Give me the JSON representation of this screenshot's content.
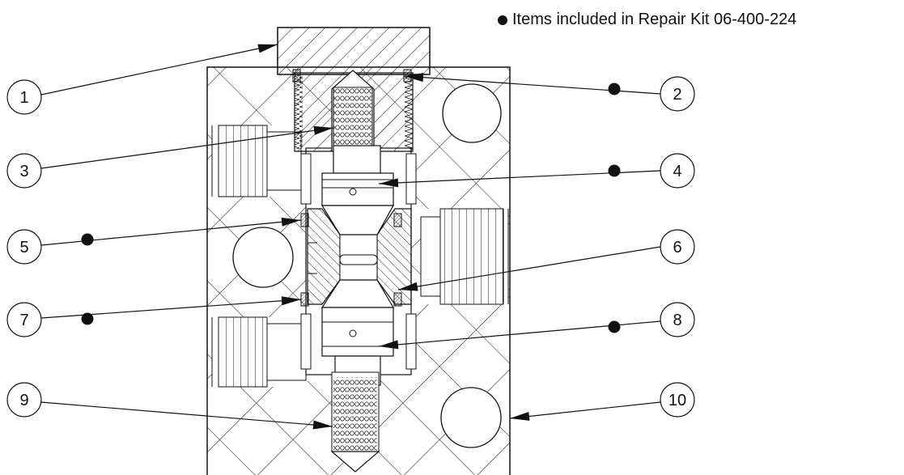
{
  "legend": {
    "text": "Items included in Repair Kit 06-400-224",
    "marker_icon": "filled-circle-icon"
  },
  "callouts": [
    {
      "number": "1",
      "in_kit": false
    },
    {
      "number": "2",
      "in_kit": true
    },
    {
      "number": "3",
      "in_kit": false
    },
    {
      "number": "4",
      "in_kit": true
    },
    {
      "number": "5",
      "in_kit": true
    },
    {
      "number": "6",
      "in_kit": false
    },
    {
      "number": "7",
      "in_kit": true
    },
    {
      "number": "8",
      "in_kit": true
    },
    {
      "number": "9",
      "in_kit": false
    },
    {
      "number": "10",
      "in_kit": false
    }
  ],
  "colors": {
    "line": "#111111",
    "background": "#ffffff"
  }
}
